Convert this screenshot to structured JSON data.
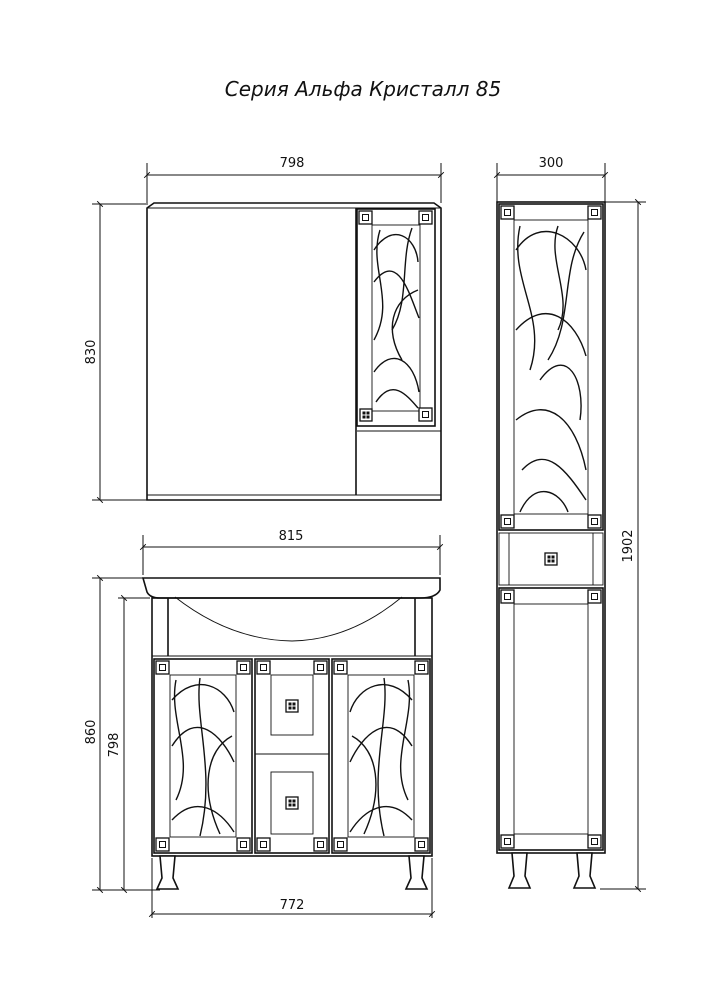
{
  "title": "Серия Альфа Кристалл 85",
  "dimensions": {
    "mirror_width": "798",
    "mirror_height": "830",
    "column_width": "300",
    "column_height": "1902",
    "vanity_top_width": "815",
    "vanity_height": "860",
    "vanity_body_height": "798",
    "vanity_base_width": "772"
  },
  "colors": {
    "line": "#111111",
    "background": "#ffffff"
  },
  "icons": [
    "corner-square-icon",
    "knob-square-icon",
    "arrow-tick-icon"
  ]
}
